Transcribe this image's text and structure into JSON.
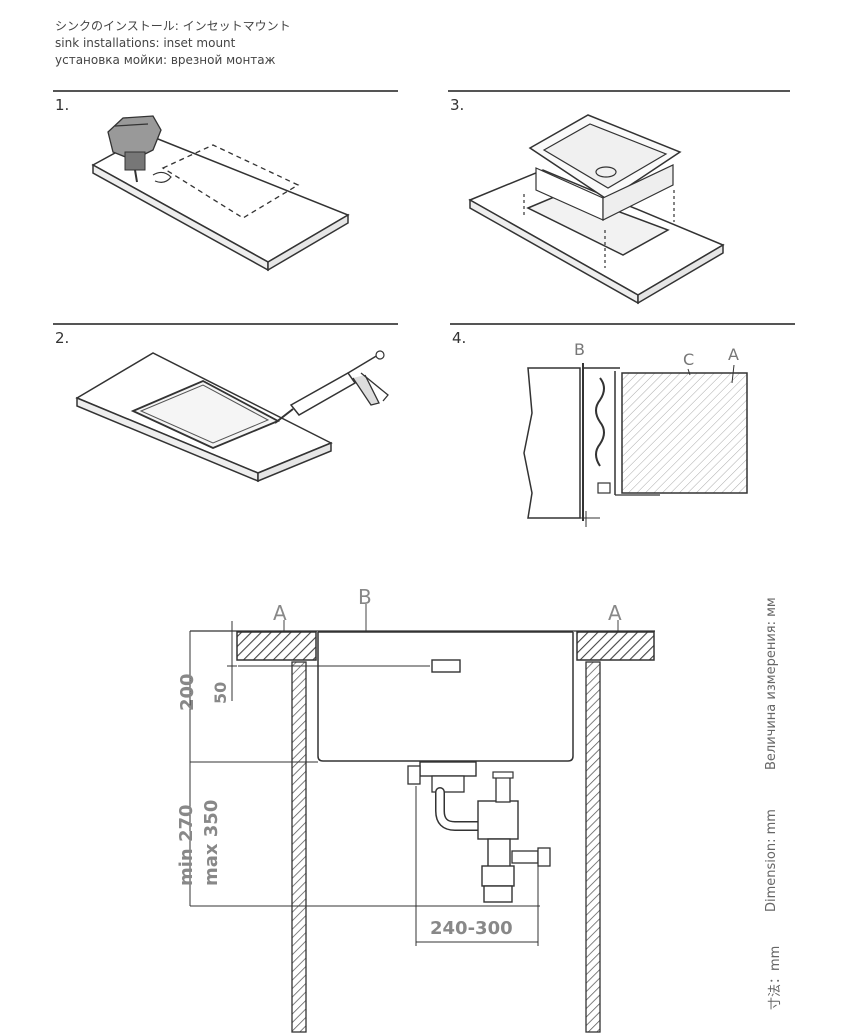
{
  "header": {
    "line_jp": "シンクのインストール: インセットマウント",
    "line_en": "sink installations: inset mount",
    "line_ru": "установка мойки: врезной монтаж"
  },
  "steps": [
    {
      "number": "1."
    },
    {
      "number": "2."
    },
    {
      "number": "3."
    },
    {
      "number": "4."
    }
  ],
  "step4_labels": {
    "b": "B",
    "c": "C",
    "a": "A"
  },
  "dimension_diagram": {
    "label_a_left": "A",
    "label_b": "B",
    "label_a_right": "A",
    "dim_200": "200",
    "dim_50": "50",
    "dim_min270": "min 270",
    "dim_max350": "max 350",
    "dim_240_300": "240-300"
  },
  "side_notes": {
    "ru": "Величина измерения: мм",
    "en": "Dimension: mm",
    "jp": "寸法：mm"
  }
}
